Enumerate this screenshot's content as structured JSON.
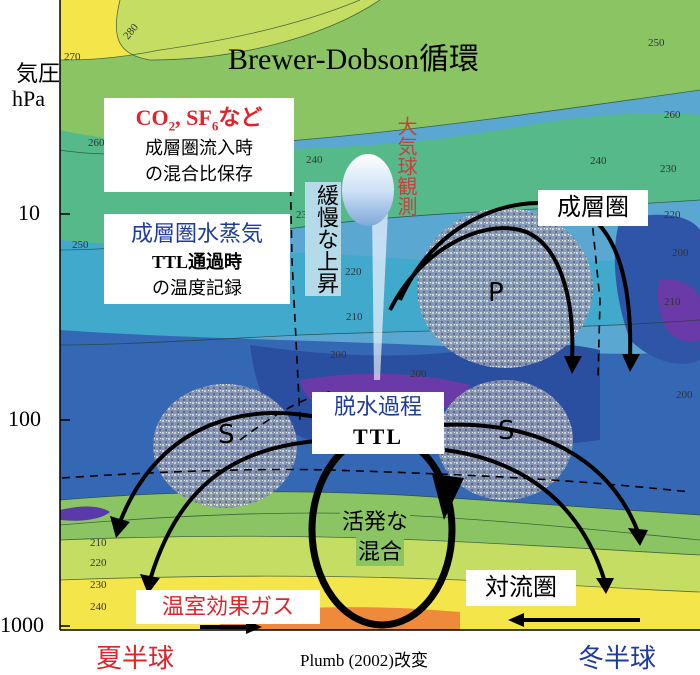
{
  "title": "Brewer-Dobson循環",
  "y_axis": {
    "label_line1": "気圧",
    "label_line2": "hPa",
    "ticks": [
      "10",
      "100",
      "1000"
    ]
  },
  "footer": {
    "left": "夏半球",
    "center": "Plumb (2002)改変",
    "right": "冬半球"
  },
  "annotations": {
    "tracer_title_co2": "CO",
    "tracer_title_sub2": "2",
    "tracer_title_sf": ", SF",
    "tracer_title_sub6": "6",
    "tracer_title_rest": "など",
    "tracer_line1": "成層圏流入時",
    "tracer_line2": "の混合比保存",
    "vapor_title": "成層圏水蒸気",
    "vapor_line1": "TTL通過時",
    "vapor_line2": "の温度記録",
    "balloon_label": "大気球観測",
    "slow_rise": "緩慢な上昇",
    "stratosphere": "成層圏",
    "dehydration": "脱水過程",
    "ttl": "TTL",
    "mixing_line1": "活発な",
    "mixing_line2": "混合",
    "troposphere": "対流圏",
    "greenhouse": "温室効果ガス",
    "region_p": "P",
    "region_s_left": "S",
    "region_s_right": "S"
  },
  "contour_labels": [
    "280",
    "270",
    "260",
    "250",
    "240",
    "230",
    "220",
    "210",
    "200",
    "200",
    "210",
    "220",
    "230",
    "240",
    "250",
    "260",
    "230",
    "220",
    "210",
    "200",
    "200",
    "210",
    "220",
    "230",
    "240"
  ],
  "colors": {
    "red_text": "#e0242a",
    "blue_text": "#1f3c9c",
    "balloon_red": "#c8413d",
    "arrow": "#000000"
  }
}
